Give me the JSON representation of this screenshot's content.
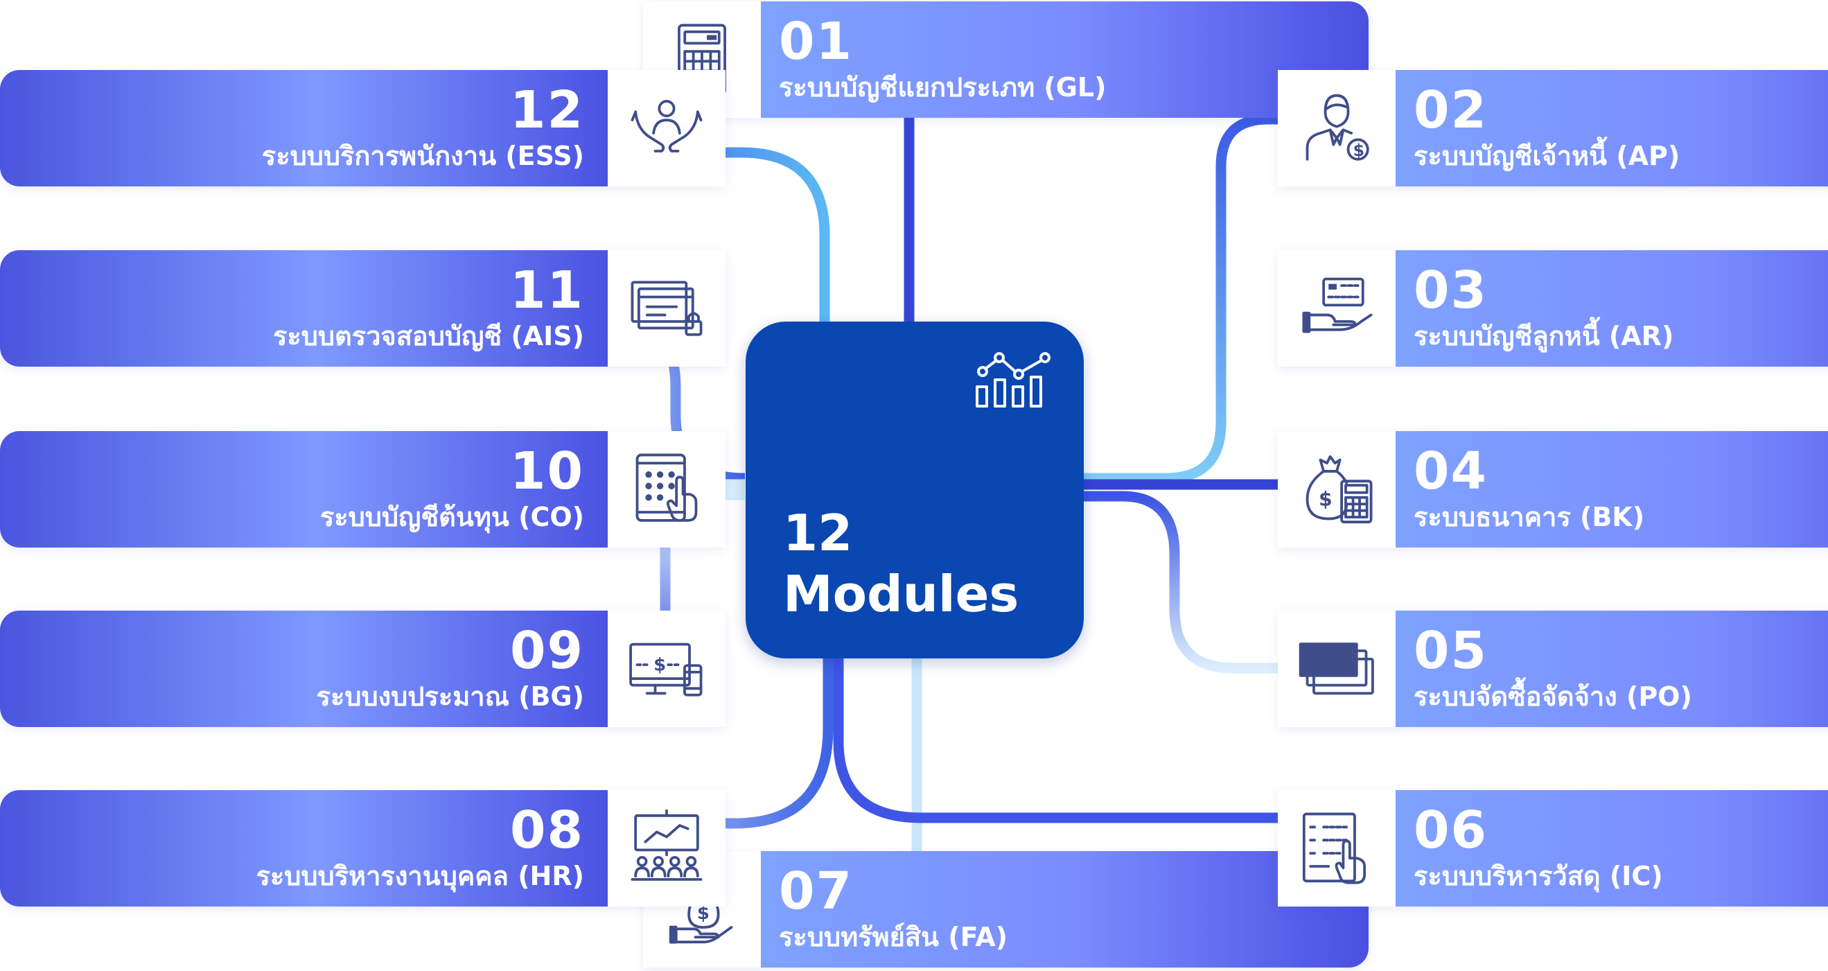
{
  "center": {
    "title": "12\nModules"
  },
  "modules": [
    {
      "num": "01",
      "label": "ระบบบัญชีแยกประเภท (GL)",
      "icon": "calculator-icon"
    },
    {
      "num": "02",
      "label": "ระบบบัญชีเจ้าหนี้ (AP)",
      "icon": "person-dollar-icon"
    },
    {
      "num": "03",
      "label": "ระบบบัญชีลูกหนี้ (AR)",
      "icon": "hand-card-icon"
    },
    {
      "num": "04",
      "label": "ระบบธนาคาร (BK)",
      "icon": "moneybag-calculator-icon"
    },
    {
      "num": "05",
      "label": "ระบบจัดซื้อจัดจ้าง (PO)",
      "icon": "banknotes-icon"
    },
    {
      "num": "06",
      "label": "ระบบบริหารวัสดุ (IC)",
      "icon": "checklist-hand-icon"
    },
    {
      "num": "07",
      "label": "ระบบทรัพย์สิน (FA)",
      "icon": "hand-moneybag-icon"
    },
    {
      "num": "08",
      "label": "ระบบบริหารงานบุคคล (HR)",
      "icon": "presentation-people-icon"
    },
    {
      "num": "09",
      "label": "ระบบงบประมาณ (BG)",
      "icon": "devices-dollar-icon"
    },
    {
      "num": "10",
      "label": "ระบบบัญชีต้นทุน (CO)",
      "icon": "tablet-keypad-icon"
    },
    {
      "num": "11",
      "label": "ระบบตรวจสอบบัญชี (AIS)",
      "icon": "documents-lock-icon"
    },
    {
      "num": "12",
      "label": "ระบบบริการพนักงาน (ESS)",
      "icon": "hands-person-icon"
    }
  ],
  "colors": {
    "center": "#0a47b0",
    "dark_line": "#3847d8",
    "light_line": "#c8e6fb"
  }
}
